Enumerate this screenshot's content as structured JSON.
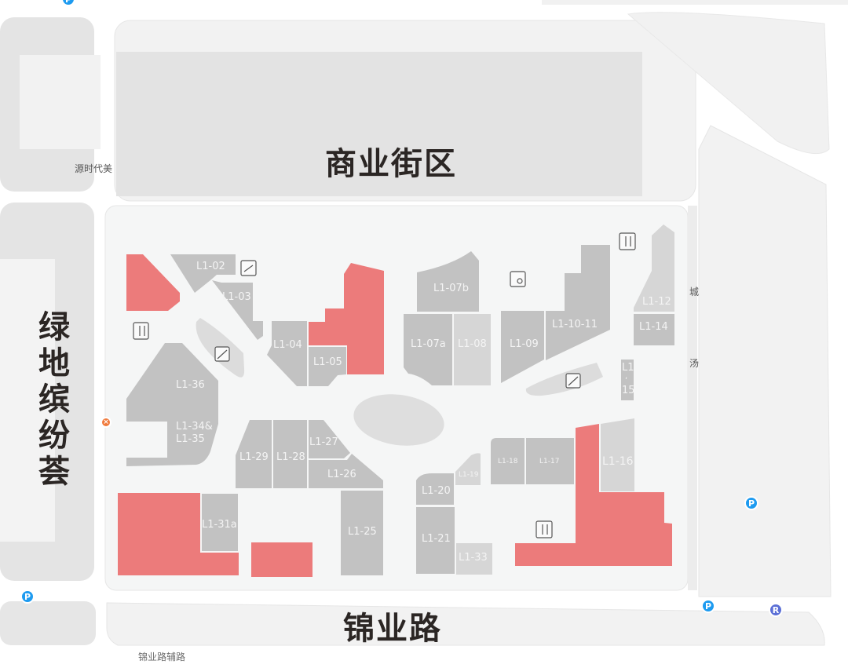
{
  "map": {
    "regions": {
      "top_block": "商业街区",
      "left_block": "绿地缤纷荟",
      "bottom_road": "锦业路",
      "bottom_side_road": "锦业路辅路",
      "poi_left": "源时代美",
      "poi_right_1": "城",
      "poi_right_2": "汤"
    },
    "colors": {
      "highlight": "#ec7b7b",
      "shop": "#c2c2c2",
      "shop_light": "#d6d6d6",
      "floor": "#f5f6f6",
      "block": "#e4e4e4",
      "road_block": "#f2f2f2",
      "parking": "#1e9bf0",
      "text_dark": "#2b2624"
    },
    "shops": [
      {
        "id": "L1-02"
      },
      {
        "id": "L1-03"
      },
      {
        "id": "L1-04"
      },
      {
        "id": "L1-05"
      },
      {
        "id": "L1-07b"
      },
      {
        "id": "L1-07a"
      },
      {
        "id": "L1-08"
      },
      {
        "id": "L1-09"
      },
      {
        "id": "L1-10-11"
      },
      {
        "id": "L1-12"
      },
      {
        "id": "L1-14"
      },
      {
        "id": "L1-15"
      },
      {
        "id": "L1-36"
      },
      {
        "id": "L1-34&L1-35"
      },
      {
        "id": "L1-29"
      },
      {
        "id": "L1-28"
      },
      {
        "id": "L1-27"
      },
      {
        "id": "L1-26"
      },
      {
        "id": "L1-25"
      },
      {
        "id": "L1-31a"
      },
      {
        "id": "L1-20"
      },
      {
        "id": "L1-19"
      },
      {
        "id": "L1-21"
      },
      {
        "id": "L1-33"
      },
      {
        "id": "L1-18"
      },
      {
        "id": "L1-17"
      },
      {
        "id": "L1-16"
      }
    ],
    "labels": {
      "l102": "L1-02",
      "l103": "L1-03",
      "l104": "L1-04",
      "l105": "L1-05",
      "l107b": "L1-07b",
      "l107a": "L1-07a",
      "l108": "L1-08",
      "l109": "L1-09",
      "l11011": "L1-10-11",
      "l112": "L1-12",
      "l114": "L1-14",
      "l115a": "L1",
      "l115b": ",",
      "l115c": "15",
      "l136": "L1-36",
      "l134a": "L1-34&",
      "l134b": "L1-35",
      "l129": "L1-29",
      "l128": "L1-28",
      "l127": "L1-27",
      "l126": "L1-26",
      "l125": "L1-25",
      "l131a": "L1-31a",
      "l120": "L1-20",
      "l119": "L1-19",
      "l121": "L1-21",
      "l133": "L1-33",
      "l118": "L1-18",
      "l117": "L1-17",
      "l116": "L1-16"
    },
    "facilities": [
      {
        "type": "elevator-icon"
      },
      {
        "type": "elevator-icon"
      },
      {
        "type": "elevator-icon"
      },
      {
        "type": "restroom-icon"
      },
      {
        "type": "accessible-restroom-icon"
      },
      {
        "type": "escalator-icon"
      },
      {
        "type": "escalator-icon"
      }
    ],
    "pins": {
      "parking": "P",
      "parking_ride": "R"
    }
  }
}
